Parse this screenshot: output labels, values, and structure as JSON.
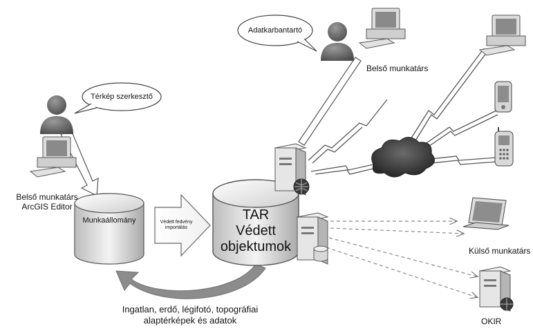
{
  "bubbles": {
    "editor": "Térkép szerkesztő",
    "maintainer": "Adatkarbantartó"
  },
  "labels": {
    "editor_user_line1": "Belső munkatárs",
    "editor_user_line2": "ArcGIS Editor",
    "workstation_db": "Munkaállomány",
    "import_line1": "Védett fedvény",
    "import_line2": "importálás",
    "tar_line1": "TAR",
    "tar_line2": "Védett",
    "tar_line3": "objektumok",
    "internal_user": "Belső munkatárs",
    "external_user": "Külső munkatárs",
    "okir": "OKIR",
    "bottom_line1": "Ingatlan, erdő, légifotó, topográfiai",
    "bottom_line2": "alaptérképek és adatok"
  },
  "icons": [
    "person-icon",
    "desktop-computer-icon",
    "server-icon",
    "globe-icon",
    "cloud-icon",
    "pda-icon",
    "mobile-phone-icon",
    "laptop-icon",
    "database-icon"
  ]
}
